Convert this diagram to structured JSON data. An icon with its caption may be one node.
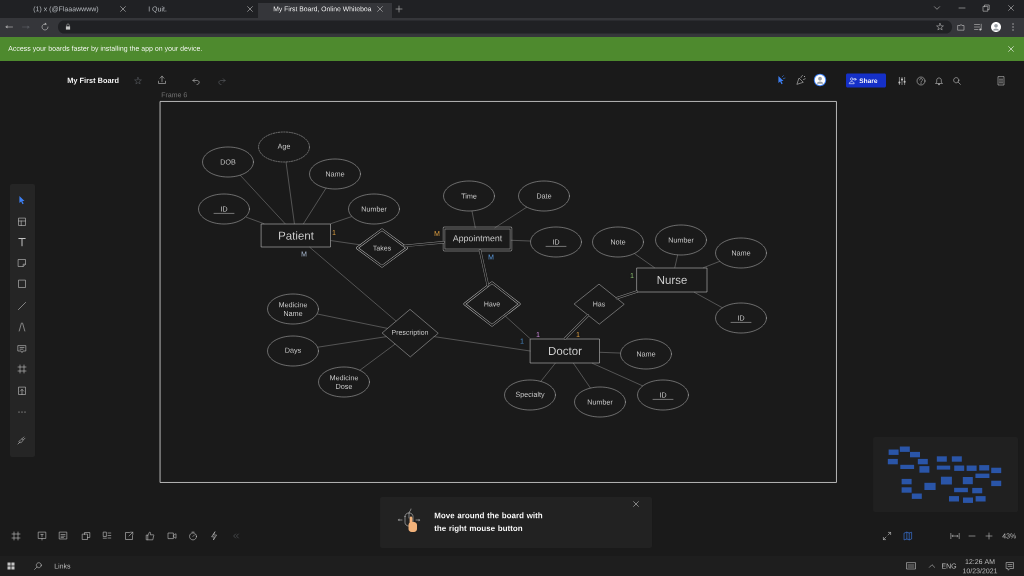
{
  "diagram": {
    "nodes": [
      {
        "text": [
          "Frame 6"
        ]
      },
      {
        "text": [
          "Patient"
        ],
        "in": 0
      },
      {
        "text": [
          "DOB"
        ],
        "in": 0
      },
      {
        "text": [
          "Age"
        ],
        "in": 0
      },
      {
        "text": [
          "Name"
        ],
        "in": 0
      },
      {
        "text": [
          "ID"
        ],
        "in": 0
      },
      {
        "text": [
          "Number"
        ],
        "in": 0
      },
      {
        "text": [
          "Takes"
        ],
        "in": 0
      },
      {
        "text": [
          "Appointment"
        ],
        "in": 0
      },
      {
        "text": [
          "Time"
        ],
        "in": 0
      },
      {
        "text": [
          "Date"
        ],
        "in": 0
      },
      {
        "text": [
          "ID"
        ],
        "in": 0
      },
      {
        "text": [
          "Have"
        ],
        "in": 0
      },
      {
        "text": [
          "Prescription"
        ],
        "in": 0
      },
      {
        "text": [
          "Medicine Name"
        ],
        "in": 0
      },
      {
        "text": [
          "Days"
        ],
        "in": 0
      },
      {
        "text": [
          "Medicine Dose"
        ],
        "in": 0
      },
      {
        "text": [
          "Note"
        ],
        "in": 0
      },
      {
        "text": [
          "Number"
        ],
        "in": 0
      },
      {
        "text": [
          "Name"
        ],
        "in": 0
      },
      {
        "text": [
          "Nurse"
        ],
        "in": 0
      },
      {
        "text": [
          "Has"
        ],
        "in": 0
      },
      {
        "text": [
          "ID"
        ],
        "in": 0
      },
      {
        "text": [
          "Doctor"
        ],
        "in": 0
      },
      {
        "text": [
          "Name"
        ],
        "in": 0
      },
      {
        "text": [
          "Specialty"
        ],
        "in": 0
      },
      {
        "text": [
          "Number"
        ],
        "in": 0
      },
      {
        "text": [
          "ID"
        ],
        "in": 0
      }
    ],
    "edges": [
      {
        "from": 1,
        "to": 2,
        "arrow": "none"
      },
      {
        "from": 1,
        "to": 3,
        "arrow": "none"
      },
      {
        "from": 1,
        "to": 4,
        "arrow": "none"
      },
      {
        "from": 1,
        "to": 5,
        "arrow": "none"
      },
      {
        "from": 1,
        "to": 6,
        "arrow": "none"
      },
      {
        "from": 1,
        "to": 7,
        "arrow": "none",
        "label": "1"
      },
      {
        "from": 7,
        "to": 8,
        "arrow": "none",
        "label": "M",
        "style": "thick"
      },
      {
        "from": 8,
        "to": 9,
        "arrow": "none"
      },
      {
        "from": 8,
        "to": 10,
        "arrow": "none"
      },
      {
        "from": 8,
        "to": 11,
        "arrow": "none"
      },
      {
        "from": 8,
        "to": 12,
        "arrow": "none",
        "label": "M",
        "style": "thick"
      },
      {
        "from": 12,
        "to": 23,
        "arrow": "none",
        "label": "1"
      },
      {
        "from": 1,
        "to": 13,
        "arrow": "none",
        "label": "M"
      },
      {
        "from": 13,
        "to": 14,
        "arrow": "none"
      },
      {
        "from": 13,
        "to": 15,
        "arrow": "none"
      },
      {
        "from": 13,
        "to": 16,
        "arrow": "none"
      },
      {
        "from": 13,
        "to": 23,
        "arrow": "none",
        "label": "1"
      },
      {
        "from": 21,
        "to": 23,
        "arrow": "none",
        "label": "1",
        "style": "thick"
      },
      {
        "from": 21,
        "to": 20,
        "arrow": "none",
        "label": "1",
        "style": "thick"
      },
      {
        "from": 20,
        "to": 17,
        "arrow": "none"
      },
      {
        "from": 20,
        "to": 18,
        "arrow": "none"
      },
      {
        "from": 20,
        "to": 19,
        "arrow": "none"
      },
      {
        "from": 20,
        "to": 22,
        "arrow": "none"
      },
      {
        "from": 23,
        "to": 24,
        "arrow": "none"
      },
      {
        "from": 23,
        "to": 25,
        "arrow": "none"
      },
      {
        "from": 23,
        "to": 26,
        "arrow": "none"
      },
      {
        "from": 23,
        "to": 27,
        "arrow": "none"
      }
    ],
    "labels": [
      "(1) x (@Flaaawwww)",
      "I Quit.",
      "My First Board, Online Whiteboa",
      "Access your boards faster by installing the app on your device.",
      "My First Board",
      "Share",
      "Move around the board with the right mouse button",
      "43%",
      "Links",
      "ENG",
      "12:26 AM",
      "10/23/2021"
    ]
  }
}
